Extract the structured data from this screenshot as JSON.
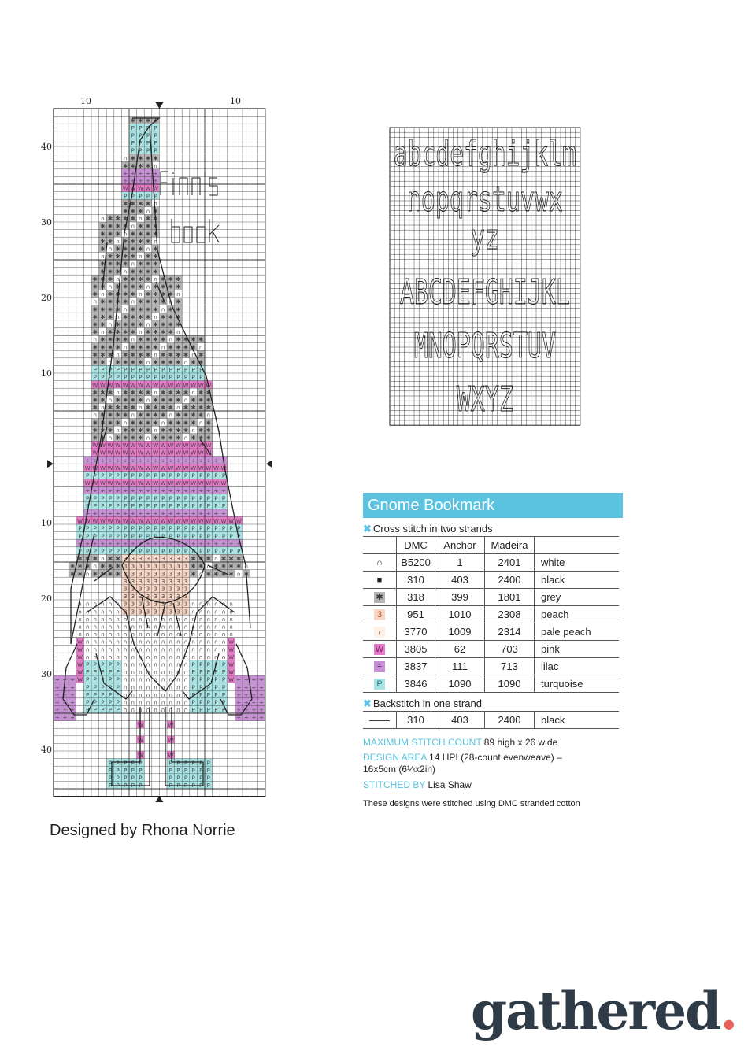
{
  "chart": {
    "top_left_number": "10",
    "top_right_number": "10",
    "left_axis": [
      "40",
      "30",
      "20",
      "10",
      "10",
      "20",
      "30",
      "40"
    ],
    "title_line1": "Finn's",
    "title_line2": "book"
  },
  "alphabet": {
    "lines": [
      "abcdefghijklm",
      "nopqrstuvwx",
      "yz",
      "ABCDEFGHIJKL",
      "MNOPQRSTUV",
      "WXYZ"
    ]
  },
  "key": {
    "title": "Gnome Bookmark",
    "cross_title": "Cross stitch in two strands",
    "backstitch_title": "Backstitch in one strand",
    "headers": {
      "dmc": "DMC",
      "anchor": "Anchor",
      "madeira": "Madeira"
    },
    "rows": [
      {
        "symbol": "∩",
        "sym_bg": "#ffffff",
        "sym_fg": "#333333",
        "dmc": "B5200",
        "anchor": "1",
        "madeira": "2401",
        "name": "white"
      },
      {
        "symbol": "■",
        "sym_bg": "#ffffff",
        "sym_fg": "#222222",
        "dmc": "310",
        "anchor": "403",
        "madeira": "2400",
        "name": "black"
      },
      {
        "symbol": "✱",
        "sym_bg": "#b4b4b4",
        "sym_fg": "#333333",
        "dmc": "318",
        "anchor": "399",
        "madeira": "1801",
        "name": "grey"
      },
      {
        "symbol": "3",
        "sym_bg": "#f7d6c5",
        "sym_fg": "#b05030",
        "dmc": "951",
        "anchor": "1010",
        "madeira": "2308",
        "name": "peach"
      },
      {
        "symbol": "ᵣ",
        "sym_bg": "#fdf1e8",
        "sym_fg": "#b05030",
        "dmc": "3770",
        "anchor": "1009",
        "madeira": "2314",
        "name": "pale peach"
      },
      {
        "symbol": "W",
        "sym_bg": "#e779c8",
        "sym_fg": "#7a2060",
        "dmc": "3805",
        "anchor": "62",
        "madeira": "703",
        "name": "pink"
      },
      {
        "symbol": "÷",
        "sym_bg": "#c790d4",
        "sym_fg": "#4a2060",
        "dmc": "3837",
        "anchor": "111",
        "madeira": "713",
        "name": "lilac"
      },
      {
        "symbol": "P",
        "sym_bg": "#a9e4e4",
        "sym_fg": "#2a7a8a",
        "dmc": "3846",
        "anchor": "1090",
        "madeira": "1090",
        "name": "turquoise"
      }
    ],
    "backstitch": {
      "symbol": "——",
      "dmc": "310",
      "anchor": "403",
      "madeira": "2400",
      "name": "black"
    },
    "max_label": "MAXIMUM STITCH COUNT",
    "max_value": "89 high x 26 wide",
    "area_label": "DESIGN AREA",
    "area_value": "14 HPI (28-count evenweave) – 16x5cm (6¼x2in)",
    "stitched_label": "STITCHED BY",
    "stitched_value": "Lisa Shaw",
    "note": "These designs were stitched using DMC stranded cotton"
  },
  "designer": "Designed by Rhona Norrie",
  "logo": {
    "word": "gathered",
    "dot": "."
  },
  "colors": {
    "accent": "#5bc3e0",
    "grey": "#b4b4b4",
    "turquoise": "#a9e4e4",
    "pink": "#e779c8",
    "lilac": "#c790d4",
    "peach": "#f7d6c5",
    "white": "#ffffff",
    "logo_text": "#2f3b47",
    "logo_dot": "#e8605a"
  }
}
